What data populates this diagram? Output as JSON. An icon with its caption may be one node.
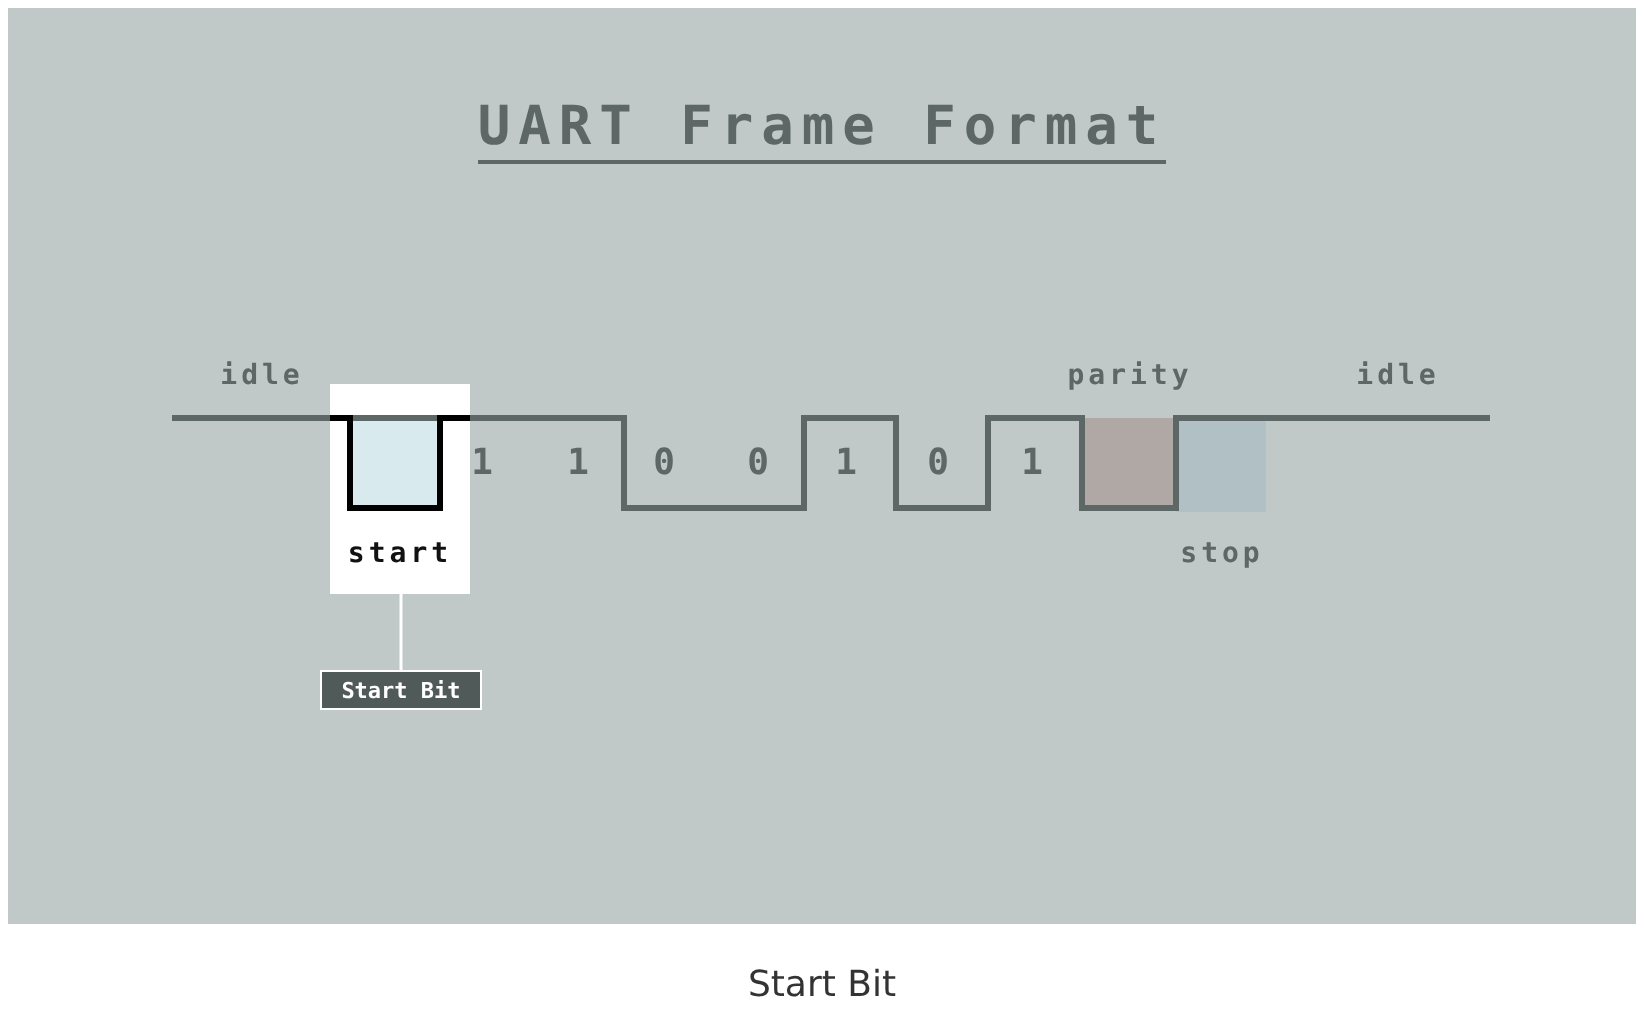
{
  "diagram": {
    "title": "UART Frame Format",
    "caption": "Start Bit",
    "nodes": [
      {
        "text": [
          "start"
        ]
      },
      {
        "text": [
          "Start Bit"
        ]
      }
    ],
    "edges": [
      {
        "from": 1,
        "to": 0,
        "arrow": "none",
        "color": "#ffffff"
      }
    ],
    "labels": [
      "idle",
      "parity",
      "idle",
      "1",
      "1",
      "0",
      "0",
      "1",
      "0",
      "1",
      "stop"
    ]
  }
}
